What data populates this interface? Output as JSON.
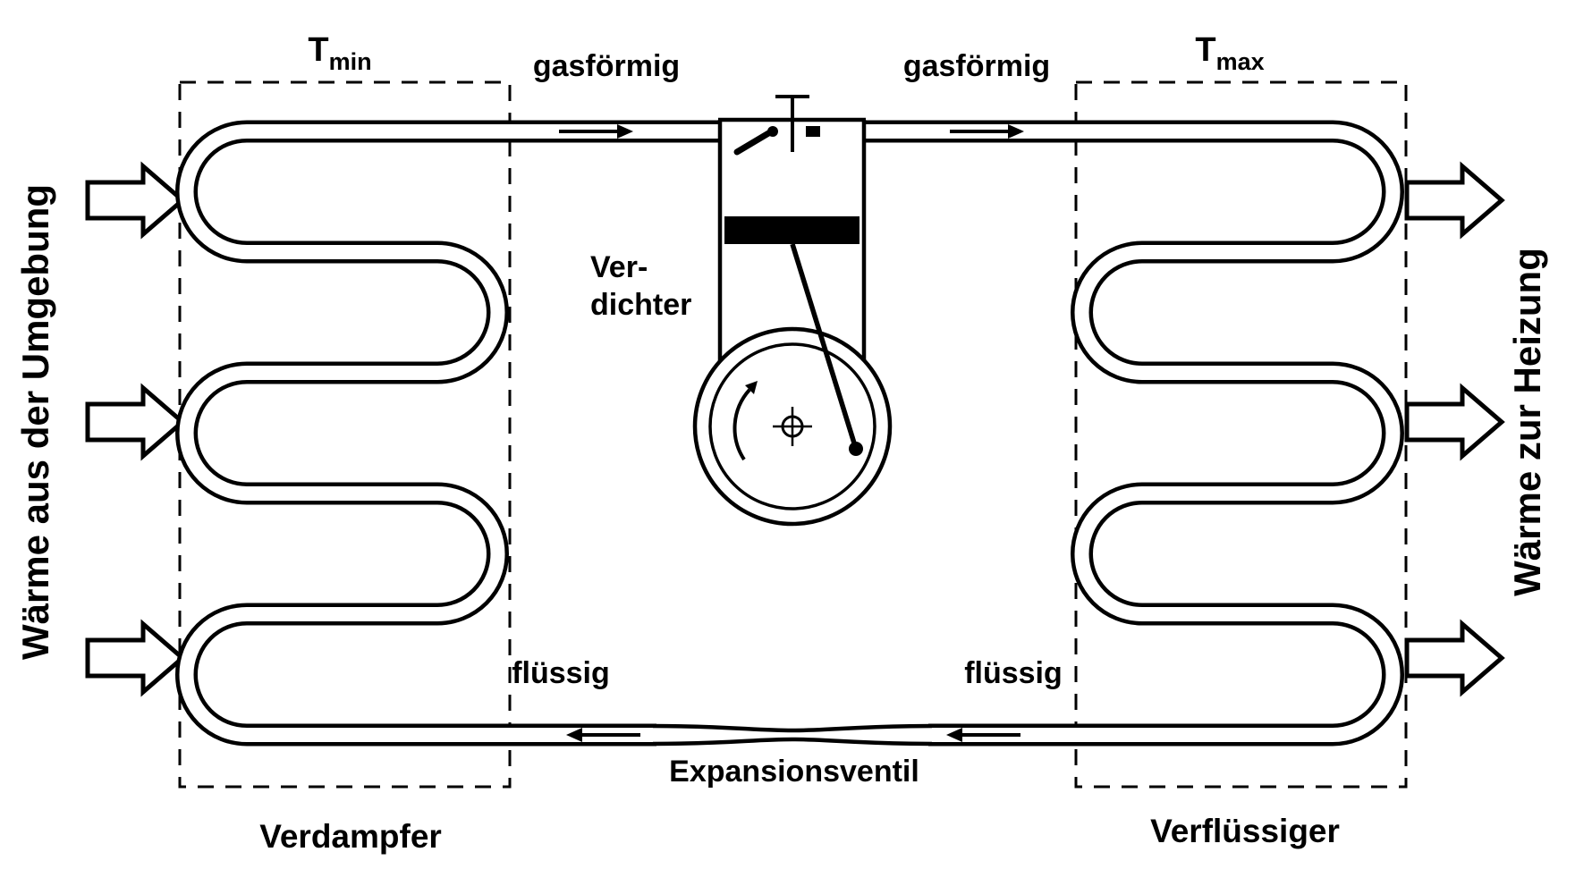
{
  "colors": {
    "ink": "#000000",
    "background": "#ffffff"
  },
  "labels": {
    "heat_source": "Wärme aus der Umgebung",
    "heat_sink": "Wärme zur Heizung",
    "t_min_symbol": "T",
    "t_min_sub": "min",
    "t_max_symbol": "T",
    "t_max_sub": "max",
    "state_top_left": "gasförmig",
    "state_top_right": "gasförmig",
    "state_bottom_left": "flüssig",
    "state_bottom_right": "flüssig",
    "compressor_line1": "Ver-",
    "compressor_line2": "dichter",
    "expansion_valve": "Expansionsventil",
    "evaporator": "Verdampfer",
    "condenser": "Verflüssiger"
  }
}
